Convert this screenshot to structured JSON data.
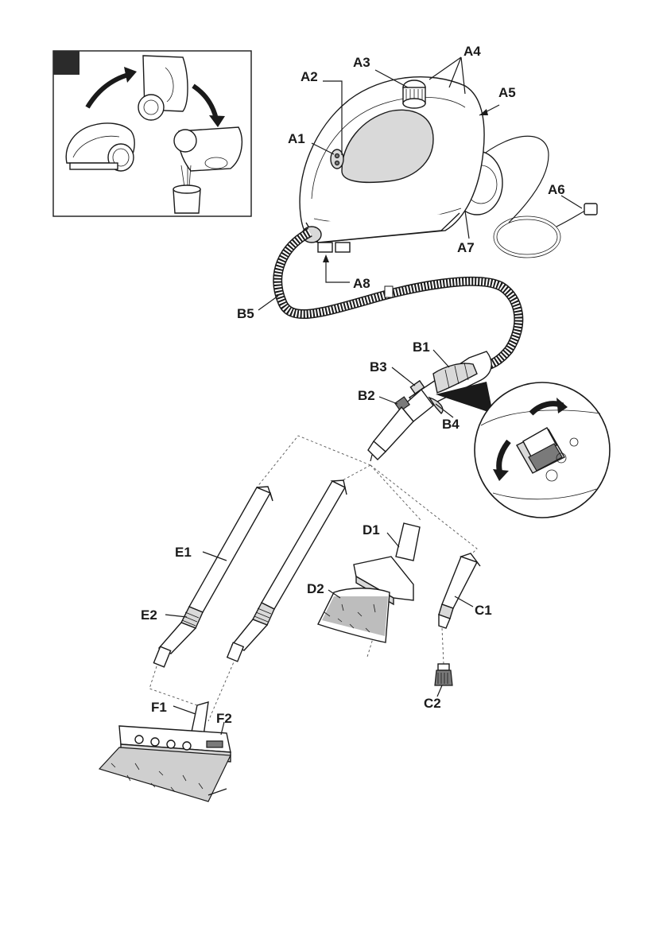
{
  "labels": {
    "A1": "A1",
    "A2": "A2",
    "A3": "A3",
    "A4": "A4",
    "A5": "A5",
    "A6": "A6",
    "A7": "A7",
    "A8": "A8",
    "B1": "B1",
    "B2": "B2",
    "B3": "B3",
    "B4": "B4",
    "B5": "B5",
    "C1": "C1",
    "C2": "C2",
    "D1": "D1",
    "D2": "D2",
    "E1": "E1",
    "E2": "E2",
    "F1": "F1",
    "F2": "F2"
  },
  "colors": {
    "ink": "#1a1a1a",
    "panel_tab": "#2b2b2b",
    "shade": "#d9d9d9"
  },
  "icons": {
    "inset_rotation_arrows": "curved-arrow-icon",
    "switch_rotation_arrows": "rotate-arrow-icon"
  }
}
